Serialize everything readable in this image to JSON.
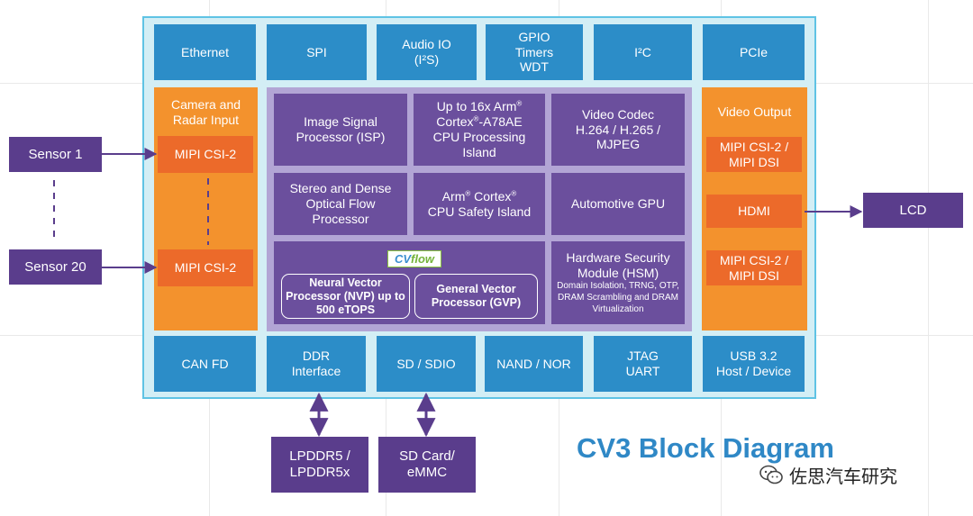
{
  "top_peripherals": {
    "ethernet": "Ethernet",
    "spi": "SPI",
    "audio_io": "Audio IO",
    "audio_io_sub": "(I²S)",
    "gpio": "GPIO",
    "timers": "Timers",
    "wdt": "WDT",
    "i2c": "I²C",
    "pcie": "PCIe"
  },
  "camera_panel": {
    "title": "Camera and Radar Input",
    "port_1": "MIPI CSI-2",
    "port_2": "MIPI CSI-2"
  },
  "sensors": {
    "first": "Sensor 1",
    "last": "Sensor 20"
  },
  "core": {
    "isp": "Image Signal Processor (ISP)",
    "cpu_line1": "Up to 16x Arm",
    "cpu_line2": "Cortex",
    "cpu_line2b": "-A78AE",
    "cpu_line3": "CPU Processing Island",
    "video_codec": "Video Codec",
    "codec_formats": "H.264 / H.265 / MJPEG",
    "stereo": "Stereo and Dense Optical Flow Processor",
    "safety_line1": "Arm",
    "safety_line1b": " Cortex",
    "safety_line2": "CPU Safety Island",
    "gpu": "Automotive GPU",
    "cvflow_a": "CV",
    "cvflow_b": "flow",
    "nvp": "Neural Vector Processor (NVP) up to 500 eTOPS",
    "gvp": "General Vector Processor (GVP)",
    "hsm_title": "Hardware Security Module (HSM)",
    "hsm_detail": "Domain Isolation, TRNG, OTP, DRAM Scrambling and DRAM Virtualization"
  },
  "video_panel": {
    "title": "Video Output",
    "port_1": "MIPI CSI-2 / MIPI DSI",
    "hdmi": "HDMI",
    "port_3": "MIPI CSI-2 / MIPI DSI"
  },
  "lcd": "LCD",
  "bottom_peripherals": {
    "can": "CAN FD",
    "ddr_line1": "DDR",
    "ddr_line2": "Interface",
    "sd": "SD / SDIO",
    "nand": "NAND / NOR",
    "jtag": "JTAG",
    "uart": "UART",
    "usb_line1": "USB 3.2",
    "usb_line2": "Host / Device"
  },
  "external_memory": {
    "lpddr_line1": "LPDDR5 /",
    "lpddr_line2": "LPDDR5x",
    "sdcard_line1": "SD Card/",
    "sdcard_line2": "eMMC"
  },
  "title": "CV3 Block Diagram",
  "watermark": "佐思汽车研究",
  "colors": {
    "chip_bg": "#d3eef5",
    "chip_border": "#5fc3e4",
    "peripheral_blue": "#2c8dc8",
    "panel_orange": "#f3922d",
    "port_orange": "#ec6a2a",
    "core_lavender": "#b2a5d5",
    "processor_purple": "#6b4f9d",
    "external_purple": "#5a3d8c",
    "title_blue": "#2f88c6"
  }
}
